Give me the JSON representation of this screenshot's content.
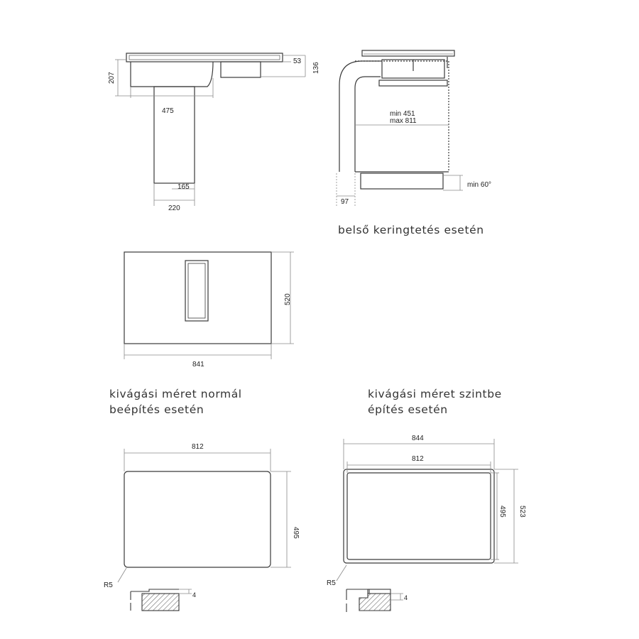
{
  "views": {
    "side_section": {
      "dims": [
        "53",
        "136",
        "207",
        "475",
        "165",
        "220"
      ]
    },
    "recirculation_section": {
      "dims": [
        "min 451",
        "max 811",
        "min 60°",
        "97"
      ],
      "caption": "belső keringtetés esetén"
    },
    "top_view": {
      "dims": [
        "520",
        "841"
      ]
    },
    "cutout_normal": {
      "caption_line1": "kivágási méret normál",
      "caption_line2": "beépítés esetén",
      "dims": [
        "812",
        "495",
        "R5",
        "4"
      ]
    },
    "cutout_flush": {
      "caption_line1": "kivágási méret szintbe",
      "caption_line2": "építés esetén",
      "dims": [
        "844",
        "812",
        "495",
        "523",
        "R5",
        "4"
      ]
    }
  },
  "colors": {
    "line": "#3a3a3a",
    "dim_line": "#8a8a8a",
    "hatch": "#9a9a9a"
  }
}
